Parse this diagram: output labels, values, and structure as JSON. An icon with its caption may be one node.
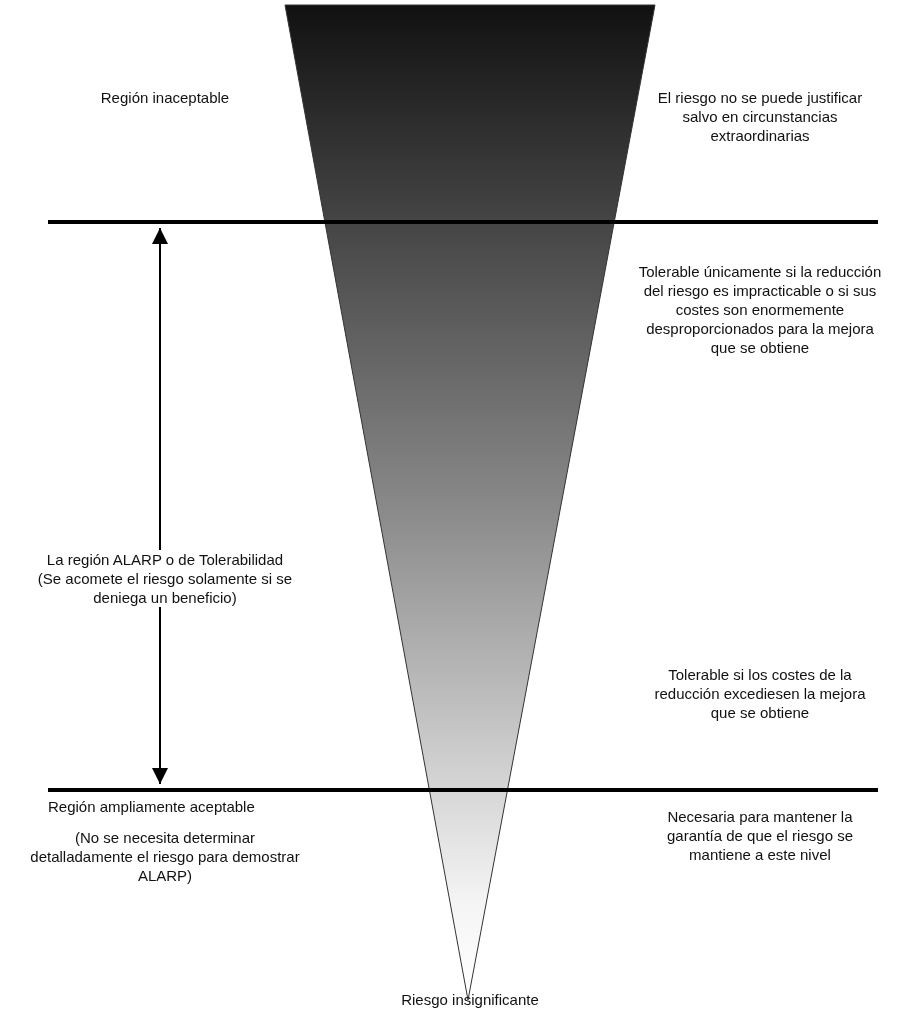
{
  "diagram": {
    "labels": [
      "Región inaceptable",
      "El riesgo no se puede justificar salvo en circunstancias extraordinarias",
      "Tolerable únicamente si la reducción del riesgo es impracticable o si sus costes son enormemente desproporcionados para la mejora que se obtiene",
      "La región ALARP o de Tolerabilidad",
      "(Se acomete el riesgo solamente si se deniega un beneficio)",
      "Tolerable si los costes de la reducción excediesen la mejora que se obtiene",
      "Región ampliamente aceptable",
      "(No se necesita determinar detalladamente el riesgo para demostrar ALARP)",
      "Necesaria para mantener la garantía de que el riesgo se mantiene a este nivel",
      "Riesgo insignificante"
    ]
  }
}
